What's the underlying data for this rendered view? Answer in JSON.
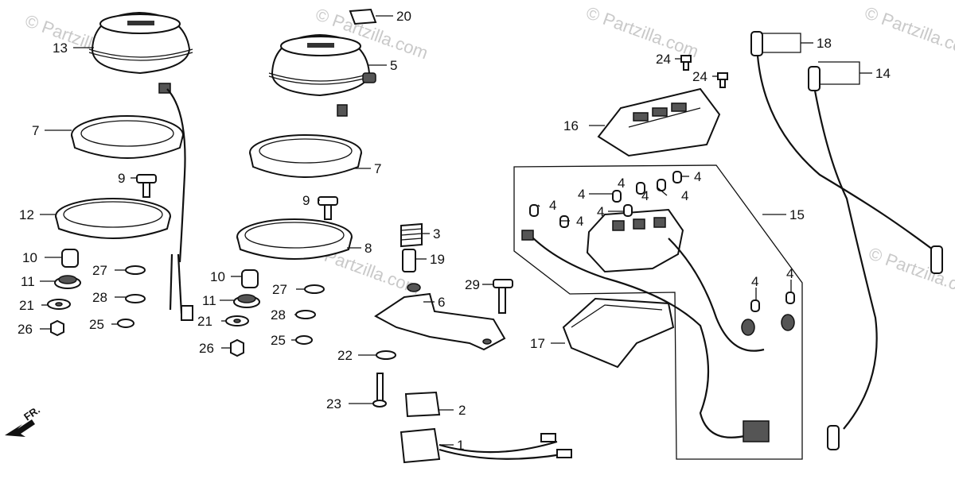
{
  "watermark": {
    "text": "© Partzilla.com"
  },
  "direction_indicator": {
    "label": "FR."
  },
  "callouts": [
    {
      "id": "c20",
      "label": "20"
    },
    {
      "id": "c13",
      "label": "13"
    },
    {
      "id": "c5",
      "label": "5"
    },
    {
      "id": "c7a",
      "label": "7"
    },
    {
      "id": "c7b",
      "label": "7"
    },
    {
      "id": "c9a",
      "label": "9"
    },
    {
      "id": "c9b",
      "label": "9"
    },
    {
      "id": "c12",
      "label": "12"
    },
    {
      "id": "c8",
      "label": "8"
    },
    {
      "id": "c10a",
      "label": "10"
    },
    {
      "id": "c10b",
      "label": "10"
    },
    {
      "id": "c11a",
      "label": "11"
    },
    {
      "id": "c11b",
      "label": "11"
    },
    {
      "id": "c27a",
      "label": "27"
    },
    {
      "id": "c27b",
      "label": "27"
    },
    {
      "id": "c28a",
      "label": "28"
    },
    {
      "id": "c28b",
      "label": "28"
    },
    {
      "id": "c21a",
      "label": "21"
    },
    {
      "id": "c21b",
      "label": "21"
    },
    {
      "id": "c25a",
      "label": "25"
    },
    {
      "id": "c25b",
      "label": "25"
    },
    {
      "id": "c26a",
      "label": "26"
    },
    {
      "id": "c26b",
      "label": "26"
    },
    {
      "id": "c3",
      "label": "3"
    },
    {
      "id": "c19",
      "label": "19"
    },
    {
      "id": "c6",
      "label": "6"
    },
    {
      "id": "c29",
      "label": "29"
    },
    {
      "id": "c22",
      "label": "22"
    },
    {
      "id": "c23",
      "label": "23"
    },
    {
      "id": "c2",
      "label": "2"
    },
    {
      "id": "c1",
      "label": "1"
    },
    {
      "id": "c24a",
      "label": "24"
    },
    {
      "id": "c24b",
      "label": "24"
    },
    {
      "id": "c16",
      "label": "16"
    },
    {
      "id": "c15",
      "label": "15"
    },
    {
      "id": "c17",
      "label": "17"
    },
    {
      "id": "c18",
      "label": "18"
    },
    {
      "id": "c14",
      "label": "14"
    },
    {
      "id": "c4a",
      "label": "4"
    },
    {
      "id": "c4b",
      "label": "4"
    },
    {
      "id": "c4c",
      "label": "4"
    },
    {
      "id": "c4d",
      "label": "4"
    },
    {
      "id": "c4e",
      "label": "4"
    },
    {
      "id": "c4f",
      "label": "4"
    },
    {
      "id": "c4g",
      "label": "4"
    },
    {
      "id": "c4h",
      "label": "4"
    },
    {
      "id": "c4i",
      "label": "4"
    },
    {
      "id": "c4j",
      "label": "4"
    }
  ]
}
